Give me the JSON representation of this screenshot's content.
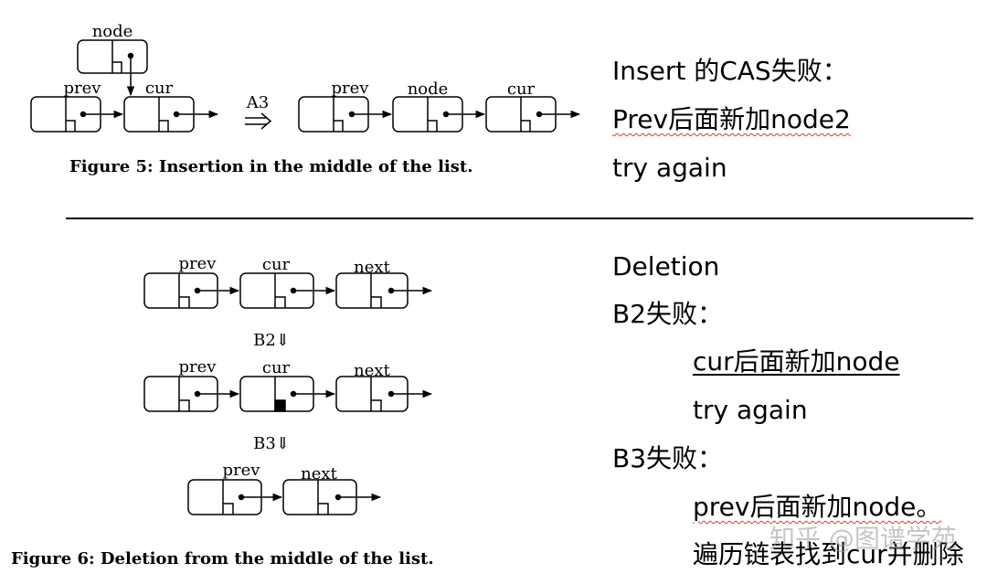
{
  "figure5": {
    "caption": "Figure 5: Insertion in the middle of the list.",
    "labels": {
      "node": "node",
      "prev": "prev",
      "cur": "cur",
      "arrow": "A3"
    }
  },
  "figure6": {
    "caption": "Figure 6: Deletion from the middle of the list.",
    "labels": {
      "prev": "prev",
      "cur": "cur",
      "next": "next",
      "b2": "B2⇓",
      "b3": "B3⇓"
    }
  },
  "notes_top": {
    "line1": "Insert 的CAS失败：",
    "line2": "Prev后面新加node2",
    "line3": "try again"
  },
  "notes_bottom": {
    "title": "Deletion",
    "b2_heading": "B2失败：",
    "b2_line1": "cur后面新加node",
    "b2_line2": "try again",
    "b3_heading": "B3失败：",
    "b3_line1": "prev后面新加node。",
    "b3_line2": "遍历链表找到cur并删除"
  },
  "watermark": "知乎 @图谱学苑"
}
